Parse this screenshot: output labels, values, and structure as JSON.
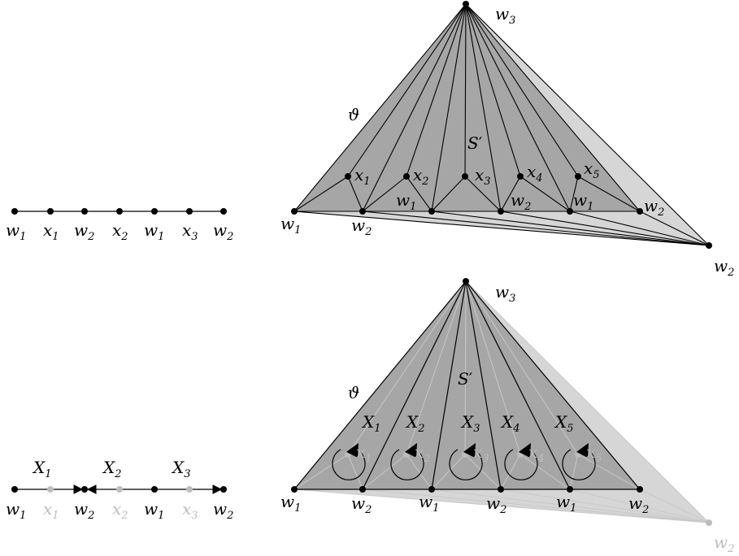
{
  "top_left_path": {
    "vertices": [
      {
        "name": "w",
        "sub": "1"
      },
      {
        "name": "x",
        "sub": "1"
      },
      {
        "name": "w",
        "sub": "2"
      },
      {
        "name": "x",
        "sub": "2"
      },
      {
        "name": "w",
        "sub": "1"
      },
      {
        "name": "x",
        "sub": "3"
      },
      {
        "name": "w",
        "sub": "2"
      }
    ]
  },
  "top_right_figure": {
    "theta": "ϑ",
    "region": {
      "name": "S",
      "mark": "′"
    },
    "apex": {
      "name": "w",
      "sub": "3"
    },
    "outer_right": {
      "name": "w",
      "sub": "2"
    },
    "base_left": {
      "name": "w",
      "sub": "1"
    },
    "base_vertices": [
      {
        "name": "w",
        "sub": "2"
      },
      {
        "name": "w",
        "sub": "1"
      },
      {
        "name": "w",
        "sub": "2"
      },
      {
        "name": "w",
        "sub": "1"
      },
      {
        "name": "w",
        "sub": "2"
      }
    ],
    "inner_points": [
      {
        "name": "x",
        "sub": "1"
      },
      {
        "name": "x",
        "sub": "2"
      },
      {
        "name": "x",
        "sub": "3"
      },
      {
        "name": "x",
        "sub": "4"
      },
      {
        "name": "x",
        "sub": "5"
      }
    ]
  },
  "bottom_left_path": {
    "edge_labels": [
      {
        "name": "X",
        "sub": "1"
      },
      {
        "name": "X",
        "sub": "2"
      },
      {
        "name": "X",
        "sub": "3"
      }
    ],
    "vertices": [
      {
        "name": "w",
        "sub": "1"
      },
      {
        "name": "x",
        "sub": "1"
      },
      {
        "name": "w",
        "sub": "2"
      },
      {
        "name": "x",
        "sub": "2"
      },
      {
        "name": "w",
        "sub": "1"
      },
      {
        "name": "x",
        "sub": "3"
      },
      {
        "name": "w",
        "sub": "2"
      }
    ]
  },
  "bottom_right_figure": {
    "theta": "ϑ",
    "region": {
      "name": "S",
      "mark": "′"
    },
    "apex": {
      "name": "w",
      "sub": "3"
    },
    "outer_right": {
      "name": "w",
      "sub": "2"
    },
    "base_left": {
      "name": "w",
      "sub": "1"
    },
    "base_vertices": [
      {
        "name": "w",
        "sub": "2"
      },
      {
        "name": "w",
        "sub": "1"
      },
      {
        "name": "w",
        "sub": "2"
      },
      {
        "name": "w",
        "sub": "1"
      },
      {
        "name": "w",
        "sub": "2"
      }
    ],
    "sector_labels": [
      {
        "name": "X",
        "sub": "1"
      },
      {
        "name": "X",
        "sub": "2"
      },
      {
        "name": "X",
        "sub": "3"
      },
      {
        "name": "X",
        "sub": "4"
      },
      {
        "name": "X",
        "sub": "5"
      }
    ],
    "inner_points": [
      {
        "name": "x",
        "sub": "1"
      },
      {
        "name": "x",
        "sub": "2"
      },
      {
        "name": "x",
        "sub": "3"
      },
      {
        "name": "x",
        "sub": "4"
      },
      {
        "name": "x",
        "sub": "5"
      }
    ]
  },
  "colors": {
    "dark_fill": "#a6a6a6",
    "light_fill": "#d6d6d6",
    "faded_label": "#bdbdbd",
    "ink": "#000000"
  }
}
